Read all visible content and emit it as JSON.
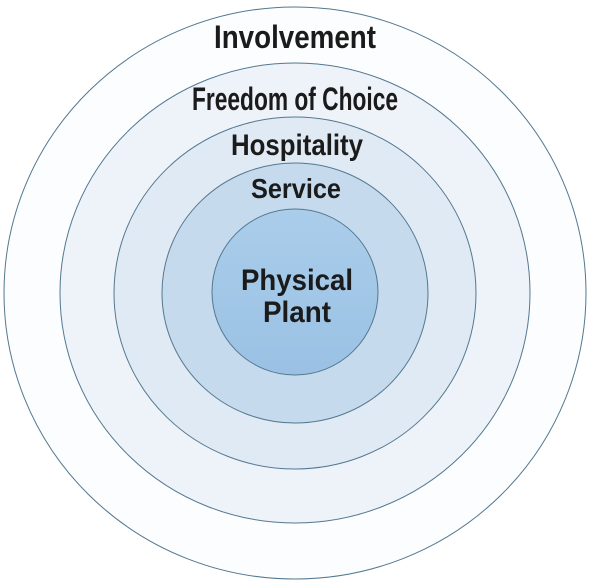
{
  "diagram": {
    "type": "concentric-circles",
    "background_color": "#ffffff",
    "outline_color": "#54788f",
    "text_color": "#1b1b1b",
    "rings": [
      {
        "label": "Involvement",
        "fill": "#fbfdfe"
      },
      {
        "label": "Freedom of Choice",
        "fill": "#eef3fa"
      },
      {
        "label": "Hospitality",
        "fill": "#e0eaf4"
      },
      {
        "label": "Service",
        "fill": "#c6daed"
      },
      {
        "label": "Physical Plant",
        "label_lines": [
          "Physical",
          "Plant"
        ],
        "fill_top": "#aacdea",
        "fill_bottom": "#9ac1e4"
      }
    ]
  }
}
